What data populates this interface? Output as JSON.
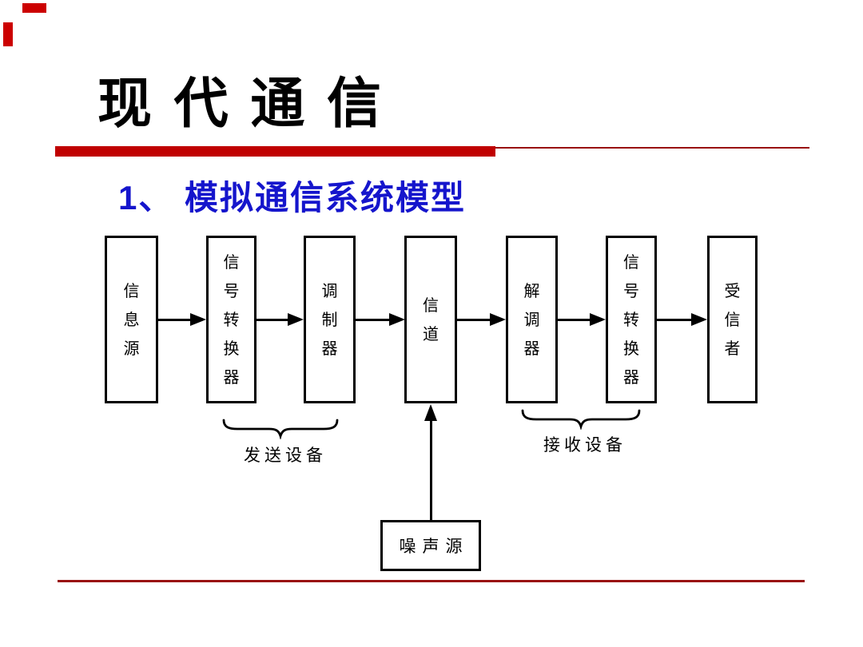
{
  "slide": {
    "title": "现 代 通 信",
    "heading": "1、 模拟通信系统模型"
  },
  "colors": {
    "accent_bar_red": "#c00000",
    "thin_line_red": "#991111",
    "corner_mark_red": "#cc0000",
    "heading_blue": "#1515cc",
    "diagram_black": "#000000"
  },
  "diagram": {
    "boxes": [
      {
        "label": "信息源"
      },
      {
        "label": "信号转换器"
      },
      {
        "label": "调制器"
      },
      {
        "label": "信道"
      },
      {
        "label": "解调器"
      },
      {
        "label": "信号转换器"
      },
      {
        "label": "受信者"
      }
    ],
    "transmit_group_label": "发送设备",
    "receive_group_label": "接收设备",
    "noise_source_label": "噪声源"
  }
}
